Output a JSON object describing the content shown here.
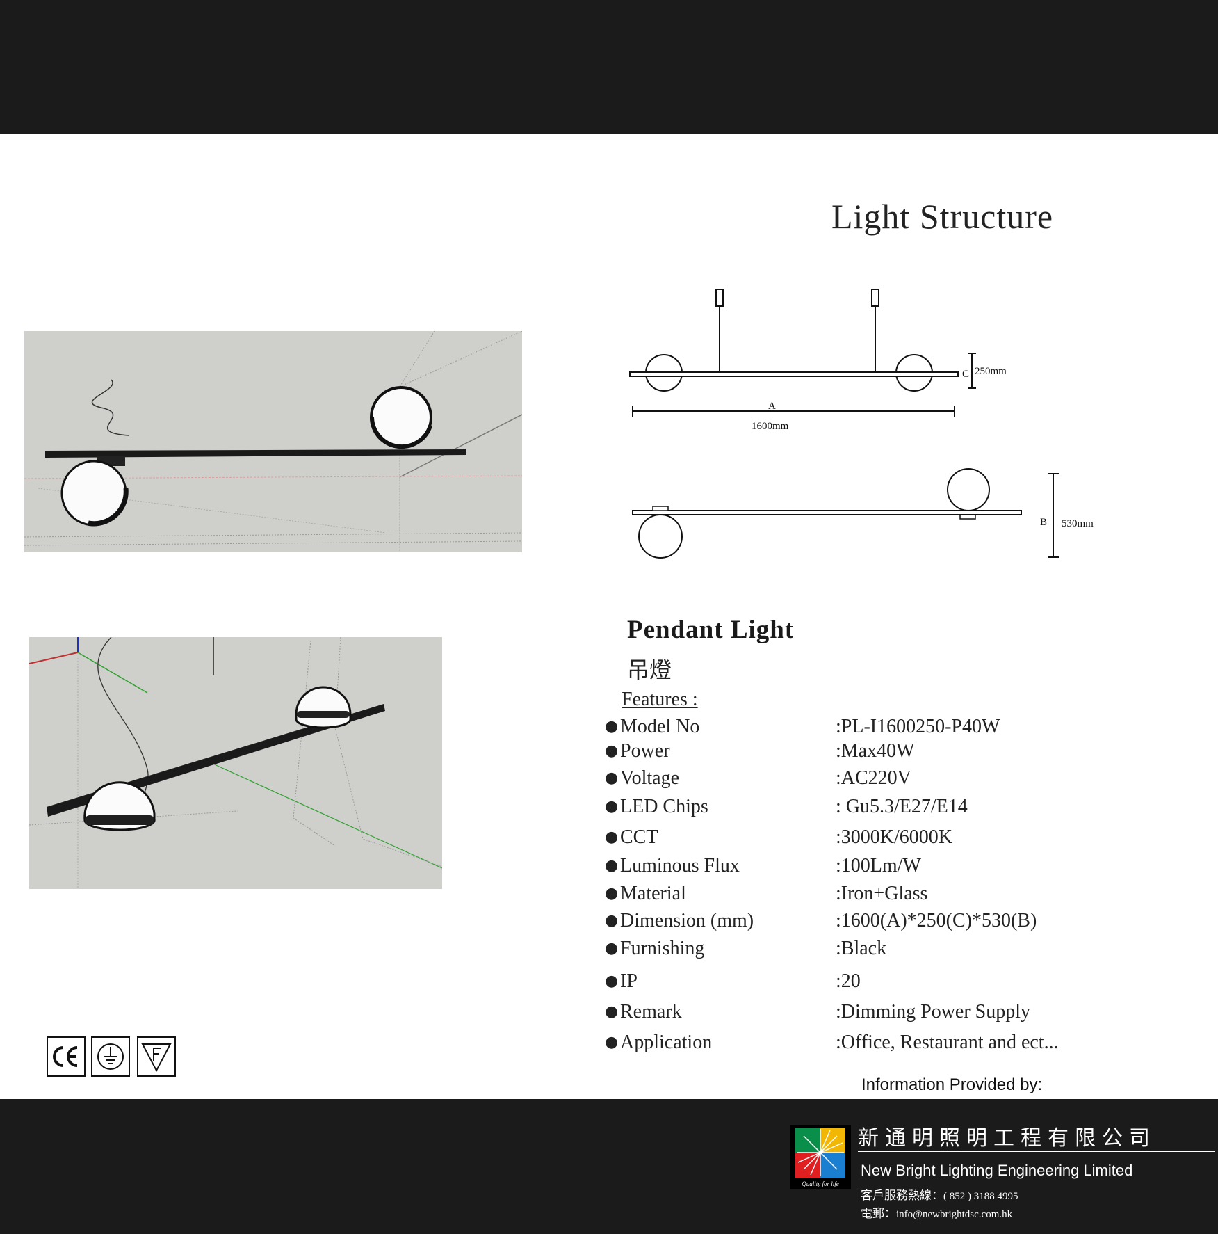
{
  "header": {
    "title": "Light Structure"
  },
  "diagram": {
    "dim_a_letter": "A",
    "dim_a_value": "1600mm",
    "dim_c_letter": "C",
    "dim_c_value": "250mm",
    "dim_b_letter": "B",
    "dim_b_value": "530mm"
  },
  "product": {
    "name": "Pendant Light",
    "name_cn": "吊燈"
  },
  "features": {
    "heading": "Features :",
    "rows": [
      {
        "label": "Model No",
        "value": ":PL-I1600250-P40W"
      },
      {
        "label": "Power",
        "value": ":Max40W"
      },
      {
        "label": "Voltage",
        "value": ":AC220V"
      },
      {
        "label": "LED Chips",
        "value": ": Gu5.3/E27/E14"
      },
      {
        "label": "CCT",
        "value": ":3000K/6000K"
      },
      {
        "label": "Luminous Flux",
        "value": ":100Lm/W"
      },
      {
        "label": "Material",
        "value": ":Iron+Glass"
      },
      {
        "label": "Dimension (mm)",
        "value": ":1600(A)*250(C)*530(B)"
      },
      {
        "label": "Furnishing",
        "value": ":Black"
      },
      {
        "label": "IP",
        "value": ":20"
      },
      {
        "label": "Remark",
        "value": ":Dimming Power Supply"
      },
      {
        "label": "Application",
        "value": ":Office, Restaurant and ect..."
      }
    ]
  },
  "certifications": [
    "ce-mark-icon",
    "earth-ground-icon",
    "f-mark-icon"
  ],
  "footer": {
    "info_provided_by": "Information Provided by:",
    "company_cn": "新通明照明工程有限公司",
    "company_en": "New Bright Lighting Engineering Limited",
    "logo_tagline": "Quality for life",
    "hotline_label": "客戶服務熱線：",
    "hotline_value": "( 852 ) 3188 4995",
    "email_label": "電郵：",
    "email_value": "info@newbrightdsc.com.hk"
  }
}
